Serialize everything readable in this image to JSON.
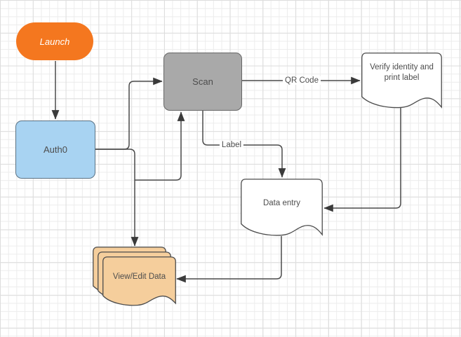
{
  "diagram": {
    "type": "flowchart",
    "canvas_background": "#FFFFFF",
    "grid_minor_color": "#ECECEC",
    "grid_major_color": "#DDDDDD",
    "connector_color": "#4A4A4A"
  },
  "nodes": {
    "launch": {
      "label": "Launch",
      "shape": "terminator",
      "fill": "#F4771F",
      "text_color": "#FFFFFF"
    },
    "auth0": {
      "label": "Auth0",
      "shape": "rounded-rectangle",
      "fill": "#A8D3F2",
      "border_color": "#5A7284",
      "text_color": "#4D4D4D"
    },
    "scan": {
      "label": "Scan",
      "shape": "rounded-rectangle",
      "fill": "#A9A9A9",
      "border_color": "#666666",
      "text_color": "#4D4D4D"
    },
    "verify_identity": {
      "label": "Verify identity and print label",
      "shape": "document",
      "fill": "#FFFFFF",
      "border_color": "#4C4C4C",
      "text_color": "#4D4D4D"
    },
    "data_entry": {
      "label": "Data entry",
      "shape": "document",
      "fill": "#FFFFFF",
      "border_color": "#4C4C4C",
      "text_color": "#4D4D4D"
    },
    "view_edit_data": {
      "label": "View/Edit Data",
      "shape": "multi-document",
      "fill": "#F5CE9C",
      "border_color": "#4C4C4C",
      "text_color": "#4D4D4D"
    }
  },
  "edges": [
    {
      "from": "Launch",
      "to": "Auth0",
      "label": ""
    },
    {
      "from": "Auth0",
      "to": "Scan",
      "label": "",
      "enters": "left"
    },
    {
      "from": "Auth0",
      "to": "View/Edit Data",
      "label": "",
      "enters": "top"
    },
    {
      "from": "View/Edit Data",
      "to": "Scan",
      "label": "",
      "enters": "bottom"
    },
    {
      "from": "Scan",
      "to": "Verify identity and print label",
      "label": "QR Code"
    },
    {
      "from": "Scan",
      "to": "Data entry",
      "label": "Label"
    },
    {
      "from": "Verify identity and print label",
      "to": "Data entry",
      "label": "",
      "enters": "right"
    },
    {
      "from": "Data entry",
      "to": "View/Edit Data",
      "label": "",
      "enters": "right"
    }
  ]
}
